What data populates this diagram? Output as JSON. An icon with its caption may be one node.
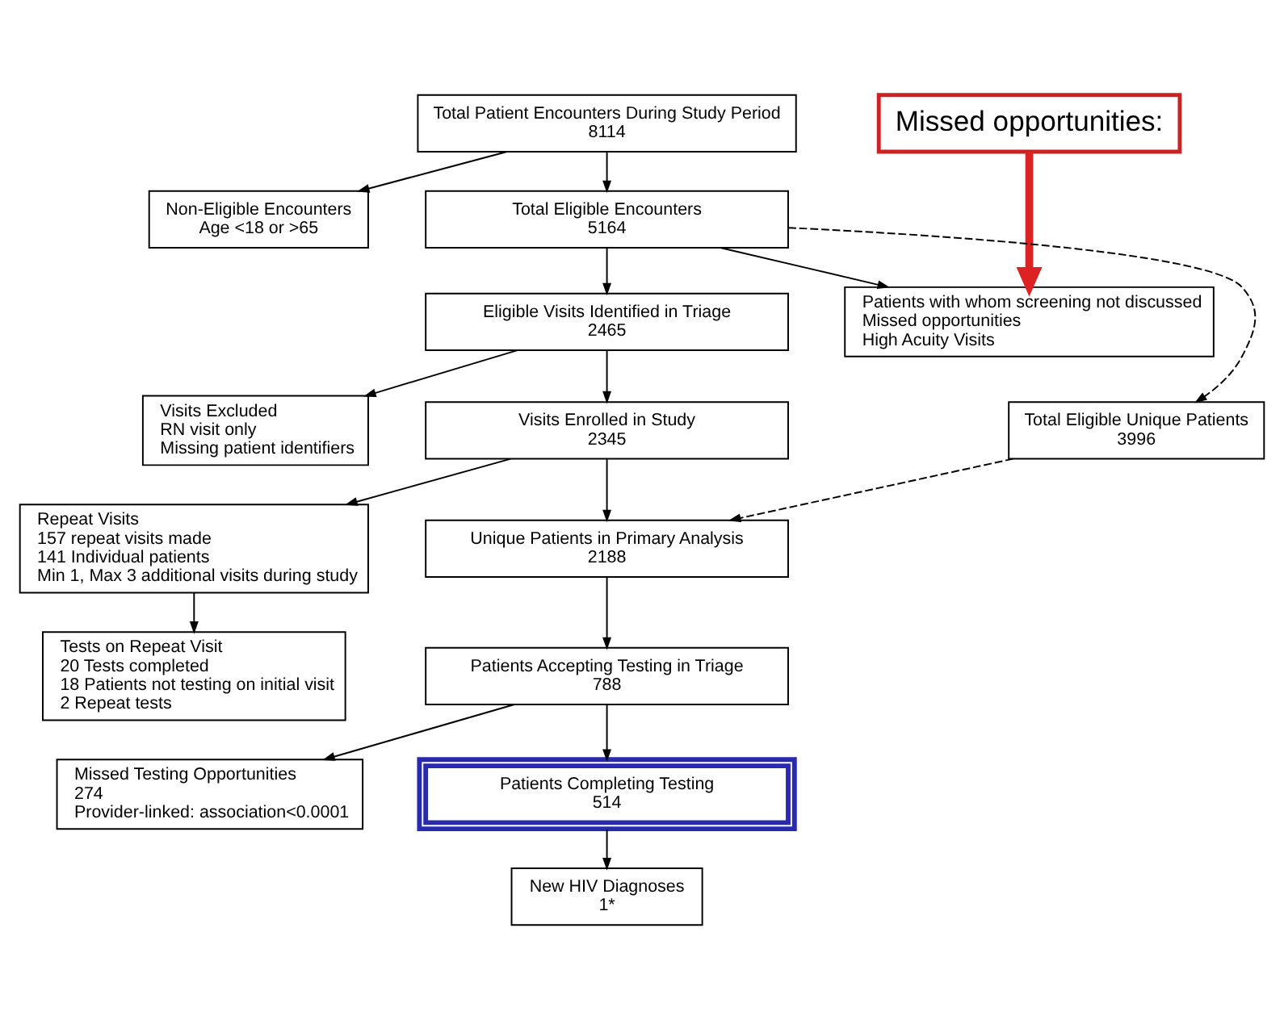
{
  "diagram": {
    "nodes": [
      {
        "text": [
          "Total Patient Encounters During Study Period",
          "8114"
        ]
      },
      {
        "text": [
          "Non-Eligible Encounters",
          "Age <18 or >65"
        ]
      },
      {
        "text": [
          "Missed opportunities:"
        ]
      },
      {
        "text": [
          "Total Eligible Encounters",
          "5164"
        ]
      },
      {
        "text": [
          "Patients with whom screening not discussed",
          "Missed opportunities",
          "High Acuity Visits"
        ]
      },
      {
        "text": [
          "Eligible Visits Identified in Triage",
          "2465"
        ]
      },
      {
        "text": [
          "Total Eligible Unique Patients",
          "3996"
        ]
      },
      {
        "text": [
          "Visits Excluded",
          "RN visit only",
          "Missing patient identifiers"
        ]
      },
      {
        "text": [
          "Visits Enrolled in Study",
          "2345"
        ]
      },
      {
        "text": [
          "Repeat Visits",
          "157 repeat visits made",
          "141 Individual patients",
          "Min 1, Max 3 additional visits during study"
        ]
      },
      {
        "text": [
          "Unique Patients in Primary Analysis",
          "2188"
        ]
      },
      {
        "text": [
          "Tests on Repeat Visit",
          "20 Tests completed",
          "18 Patients not testing on initial visit",
          "2 Repeat tests"
        ]
      },
      {
        "text": [
          "Patients Accepting Testing in Triage",
          "788"
        ]
      },
      {
        "text": [
          "Missed Testing Opportunities",
          "274",
          "Provider-linked: association<0.0001"
        ]
      },
      {
        "text": [
          "Patients Completing Testing",
          "514"
        ]
      },
      {
        "text": [
          "New HIV Diagnoses",
          "1*"
        ]
      }
    ],
    "edges": [
      {
        "from": 0,
        "to": 1,
        "arrow": "to"
      },
      {
        "from": 0,
        "to": 3,
        "arrow": "to"
      },
      {
        "from": 2,
        "to": 4,
        "arrow": "to",
        "style": "thick",
        "color": "#dd2222"
      },
      {
        "from": 3,
        "to": 4,
        "arrow": "to"
      },
      {
        "from": 3,
        "to": 5,
        "arrow": "to"
      },
      {
        "from": 3,
        "to": 6,
        "arrow": "to",
        "style": "dashed"
      },
      {
        "from": 5,
        "to": 7,
        "arrow": "to"
      },
      {
        "from": 5,
        "to": 8,
        "arrow": "to"
      },
      {
        "from": 8,
        "to": 9,
        "arrow": "to"
      },
      {
        "from": 8,
        "to": 10,
        "arrow": "to"
      },
      {
        "from": 6,
        "to": 10,
        "arrow": "to",
        "style": "dashed"
      },
      {
        "from": 9,
        "to": 11,
        "arrow": "to"
      },
      {
        "from": 10,
        "to": 12,
        "arrow": "to"
      },
      {
        "from": 12,
        "to": 13,
        "arrow": "to"
      },
      {
        "from": 12,
        "to": 14,
        "arrow": "to"
      },
      {
        "from": 14,
        "to": 15,
        "arrow": "to"
      }
    ]
  }
}
